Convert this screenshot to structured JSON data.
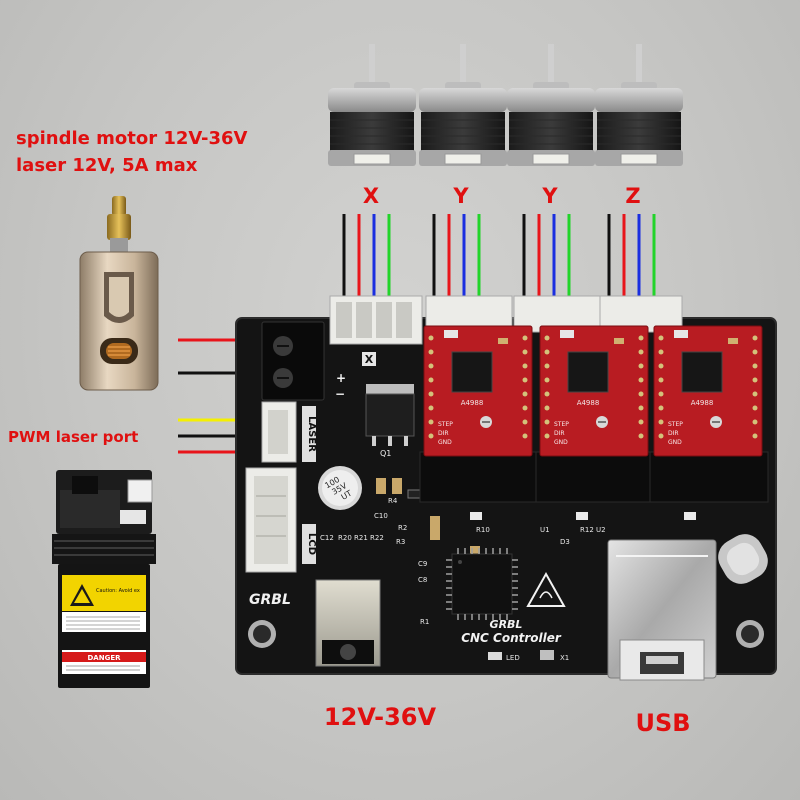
{
  "labels": {
    "spindle_line1": "spindle motor 12V-36V",
    "spindle_line2": "laser 12V, 5A max",
    "pwm": "PWM laser port",
    "power": "12V-36V",
    "usb": "USB"
  },
  "axes": [
    "X",
    "Y",
    "Y",
    "Z"
  ],
  "board": {
    "brand": "GRBL",
    "title_line1": "GRBL",
    "title_line2": "CNC Controller",
    "laser_port": "LASER",
    "lcd_port": "LCD",
    "x_marker": "X",
    "plus": "+",
    "minus": "−",
    "led": "LED",
    "x1": "X1"
  },
  "driver_chip": "A4988",
  "driver_pins": [
    "STEP",
    "DIR",
    "GND"
  ],
  "capacitor": {
    "line1": "100",
    "line2": "35V",
    "line3": "UT"
  },
  "components": [
    "R1",
    "R2",
    "R3",
    "R4",
    "R10",
    "R12",
    "R20",
    "R21",
    "R22",
    "C8",
    "C9",
    "C10",
    "C12",
    "D3",
    "Q1",
    "U1",
    "U2"
  ],
  "laser_module": {
    "caution": "Caution: Avoid ex",
    "danger": "DANGER"
  },
  "colors": {
    "label_red": "#e01010",
    "pcb": "#141414",
    "driver_red": "#b81c22",
    "wire_black": "#101010",
    "wire_red": "#e8141a",
    "wire_blue": "#1a2ee0",
    "wire_green": "#22d42a",
    "wire_yellow": "#f5f000"
  }
}
